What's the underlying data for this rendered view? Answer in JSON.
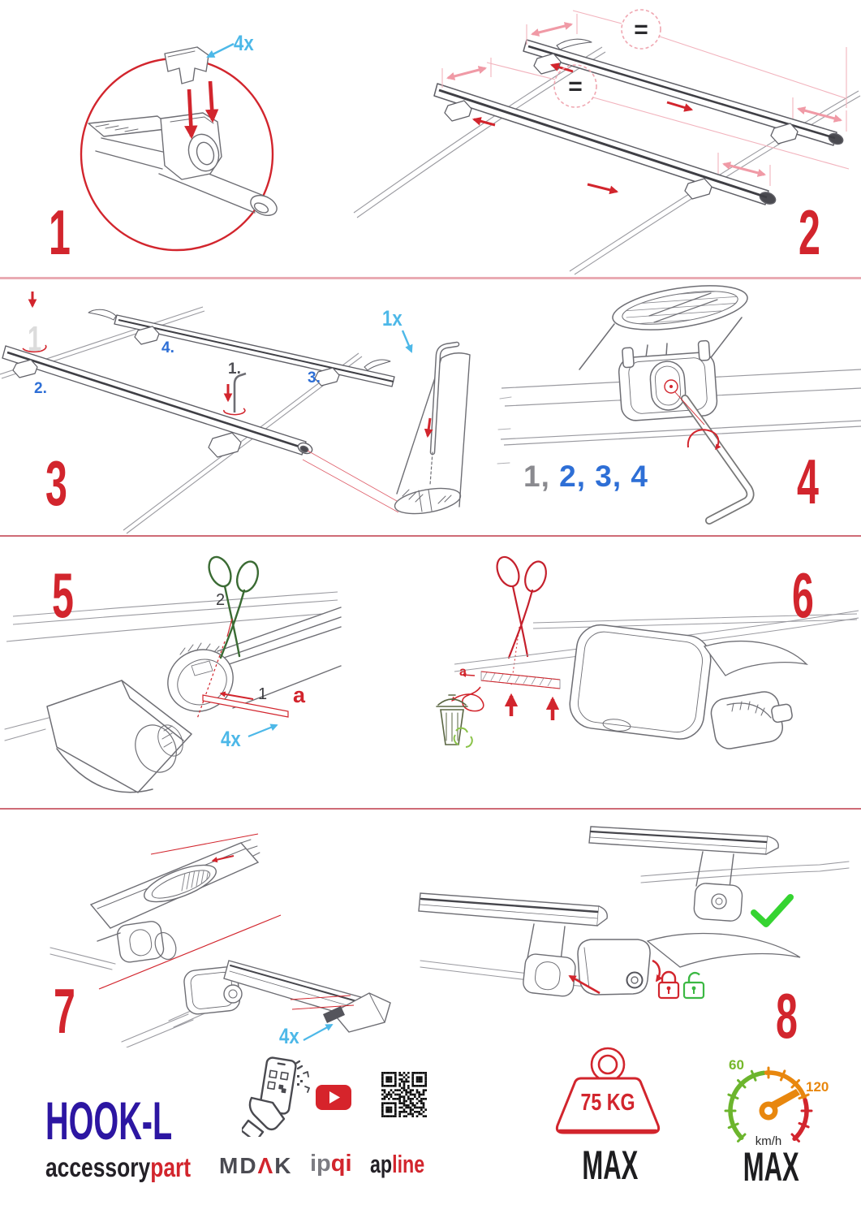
{
  "steps": {
    "s1": {
      "num": "1",
      "qty": "4x"
    },
    "s2": {
      "num": "2",
      "eq": "="
    },
    "s3": {
      "num": "3",
      "qty": "1x",
      "sub1": "1.",
      "sub2": "2.",
      "sub3": "3.",
      "sub4": "4.",
      "ghost": "1"
    },
    "s4": {
      "num": "4",
      "seq_gray": "1,",
      "seq_blue": "2, 3, 4"
    },
    "s5": {
      "num": "5",
      "cut_label": "2",
      "pull_label": "1",
      "a_label": "a",
      "qty": "4x"
    },
    "s6": {
      "num": "6",
      "a_label": "a"
    },
    "s7": {
      "num": "7",
      "qty": "4x"
    },
    "s8": {
      "num": "8"
    }
  },
  "footer": {
    "product": "HOOK-L",
    "brand_dark": "accessory",
    "brand_red": "part",
    "mdak_1": "MD",
    "mdak_2": "Λ",
    "mdak_3": "K",
    "ipqi_gray": "ip",
    "ipqi_red": "qi",
    "apline_dark": "ap",
    "apline_red": "line",
    "weight_value": "75 KG",
    "weight_max": "MAX",
    "speed_low": "60",
    "speed_high": "120",
    "speed_unit": "km/h",
    "speed_max": "MAX"
  }
}
